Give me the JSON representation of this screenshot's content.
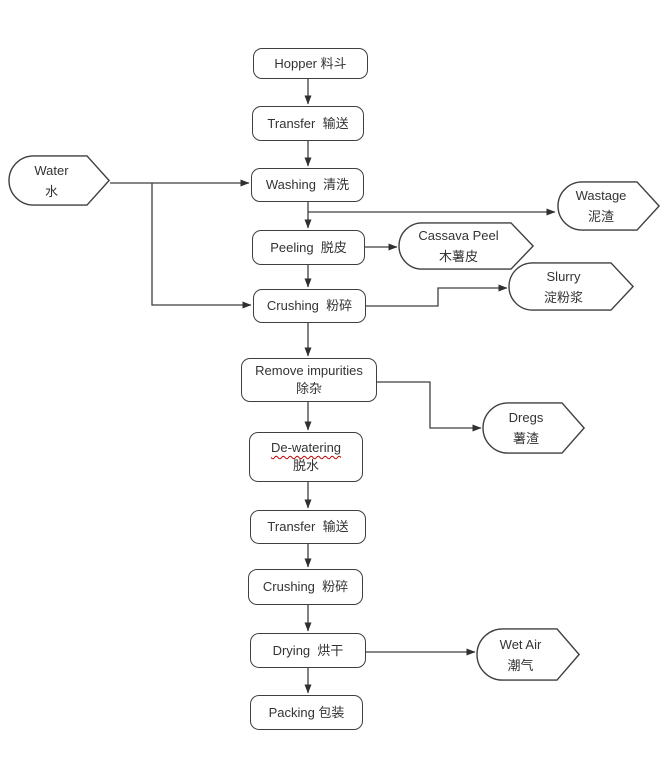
{
  "title": "Cassava starch processing flowchart",
  "colors": {
    "background": "#ffffff",
    "shape_stroke": "#3f3f3f",
    "text": "#333333",
    "arrowhead": "#303030",
    "spellcheck_underline": "#c00000"
  },
  "nodes": {
    "hopper": {
      "label": "Hopper 料斗"
    },
    "transfer1": {
      "label": "Transfer  输送"
    },
    "washing": {
      "label": "Washing  清洗"
    },
    "peeling": {
      "label": "Peeling  脱皮"
    },
    "crushing1": {
      "label": "Crushing  粉碎"
    },
    "remove_impurities": {
      "line1": "Remove impurities",
      "line2": "除杂"
    },
    "dewatering": {
      "line1": "De-watering",
      "line2": "脱水"
    },
    "transfer2": {
      "label": "Transfer  输送"
    },
    "crushing2": {
      "label": "Crushing  粉碎"
    },
    "drying": {
      "label": "Drying  烘干"
    },
    "packing": {
      "label": "Packing 包装"
    }
  },
  "side_nodes": {
    "water": {
      "line1": "Water",
      "line2": "水"
    },
    "wastage": {
      "line1": "Wastage",
      "line2": "泥渣"
    },
    "cassava_peel": {
      "line1": "Cassava Peel",
      "line2": "木薯皮"
    },
    "slurry": {
      "line1": "Slurry",
      "line2": "淀粉浆"
    },
    "dregs": {
      "line1": "Dregs",
      "line2": "薯渣"
    },
    "wet_air": {
      "line1": "Wet Air",
      "line2": "潮气"
    }
  }
}
